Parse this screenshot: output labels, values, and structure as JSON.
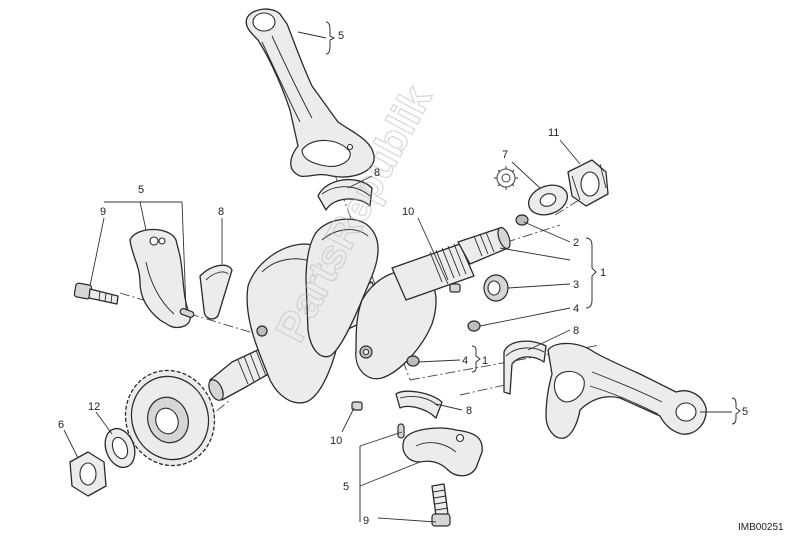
{
  "diagram": {
    "watermark": "PartsRepublik",
    "image_code": "IMB00251",
    "callouts": [
      "1",
      "2",
      "3",
      "4",
      "5",
      "6",
      "7",
      "8",
      "9",
      "10",
      "11",
      "12"
    ]
  }
}
